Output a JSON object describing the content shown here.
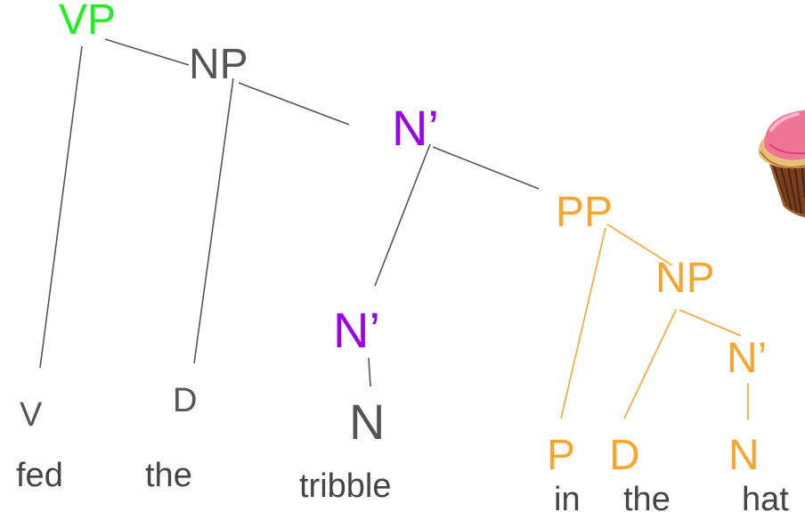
{
  "colors": {
    "vp": "#22ee22",
    "gray": "#555555",
    "purple": "#9900ee",
    "orange": "#f6a531"
  },
  "nodes": {
    "vp": "VP",
    "np_top": "NP",
    "nbar_top": "N’",
    "pp": "PP",
    "np_pp": "NP",
    "nbar_low": "N’",
    "nbar_pp": "N’",
    "v": "V",
    "d1": "D",
    "n1": "N",
    "p": "P",
    "d2": "D",
    "n2": "N"
  },
  "words": {
    "fed": "fed",
    "the1": "the",
    "tribble": "tribble",
    "in": "in",
    "the2": "the",
    "hat": "hat"
  },
  "decoration": {
    "image_icon": "cupcake-icon"
  }
}
